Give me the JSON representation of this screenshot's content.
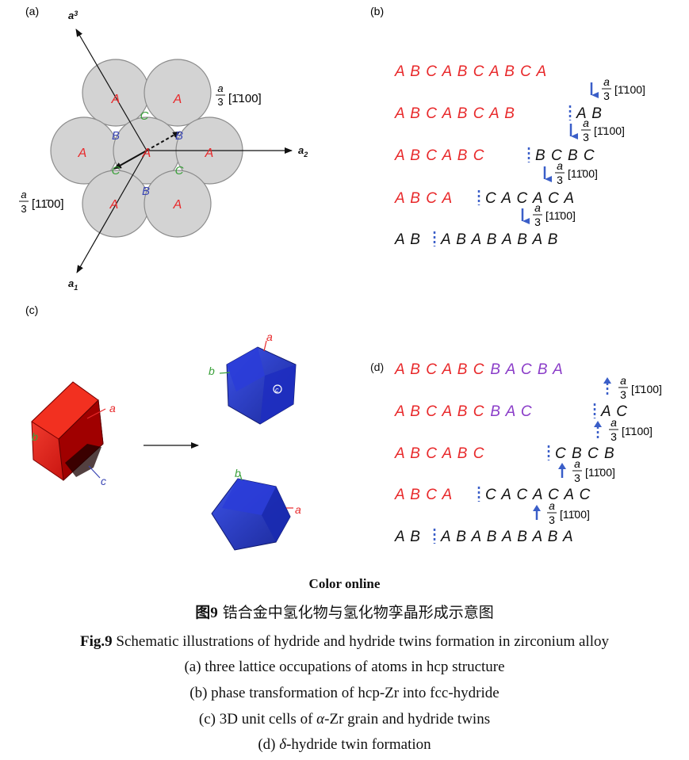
{
  "panels": {
    "a_label": "(a)",
    "b_label": "(b)",
    "c_label": "(c)",
    "d_label": "(d)"
  },
  "panel_a": {
    "axis_a1": "a",
    "axis_a1_sub": "1",
    "axis_a2": "a",
    "axis_a2_sub": "2",
    "axis_a3": "a",
    "axis_a3_sub": "3",
    "vec_top_label": "[1̄100]",
    "vec_left_label": "[11̄00]",
    "frac_num": "a",
    "frac_den": "3",
    "circle_letter": "A",
    "b_letter": "B",
    "c_letter": "C"
  },
  "panel_b": {
    "rows": [
      "A B C A B C A B C A",
      "A B C A B C A B",
      "A B C A B C",
      "A B C A",
      "A B"
    ],
    "tails": [
      "",
      "A B",
      "B C B C",
      "C A C A C A",
      "A B A B A B A B"
    ],
    "shift_labels": [
      "[1̄100]",
      "[1̄100]",
      "[11̄00]",
      "[11̄00]"
    ]
  },
  "panel_c": {
    "red_a": "a",
    "red_b": "b",
    "red_c": "c",
    "top_a": "a",
    "top_b": "b",
    "top_c": "c",
    "bot_a": "a",
    "bot_b": "b"
  },
  "panel_d": {
    "rows_red": [
      "A B C A B C",
      "A B C A B C",
      "A B C A B C",
      "A B C A",
      "A B"
    ],
    "rows_purple": [
      "B A C B A",
      "B A C",
      "",
      "",
      ""
    ],
    "tails": [
      "",
      "A C",
      "C B C B",
      "C A C A C A C",
      "A B A B A B A B A"
    ],
    "shift_labels": [
      "[1̄100]",
      "[1̄100]",
      "[11̄00]",
      "[11̄00]"
    ]
  },
  "caption": {
    "color_online": "Color online",
    "cn_fig": "图9",
    "cn_text": " 锆合金中氢化物与氢化物孪晶形成示意图",
    "en_fig": "Fig.9",
    "en_text": " Schematic illustrations of hydride and hydride twins formation in zirconium alloy",
    "sub_a": "(a) three lattice occupations of atoms in hcp structure",
    "sub_b": "(b) phase transformation of hcp-Zr into fcc-hydride",
    "sub_c_pre": "(c) 3D unit cells of ",
    "sub_c_alpha": "α",
    "sub_c_post": "-Zr grain and hydride twins",
    "sub_d_pre": "(d) ",
    "sub_d_delta": "δ",
    "sub_d_post": "-hydride twin formation"
  },
  "colors": {
    "red": "#e8282a",
    "blue": "#3a46b4",
    "green": "#3aa03a",
    "purple": "#8a3cc8",
    "arrow_blue": "#3a5ec8",
    "circle_fill": "#d3d3d3"
  }
}
